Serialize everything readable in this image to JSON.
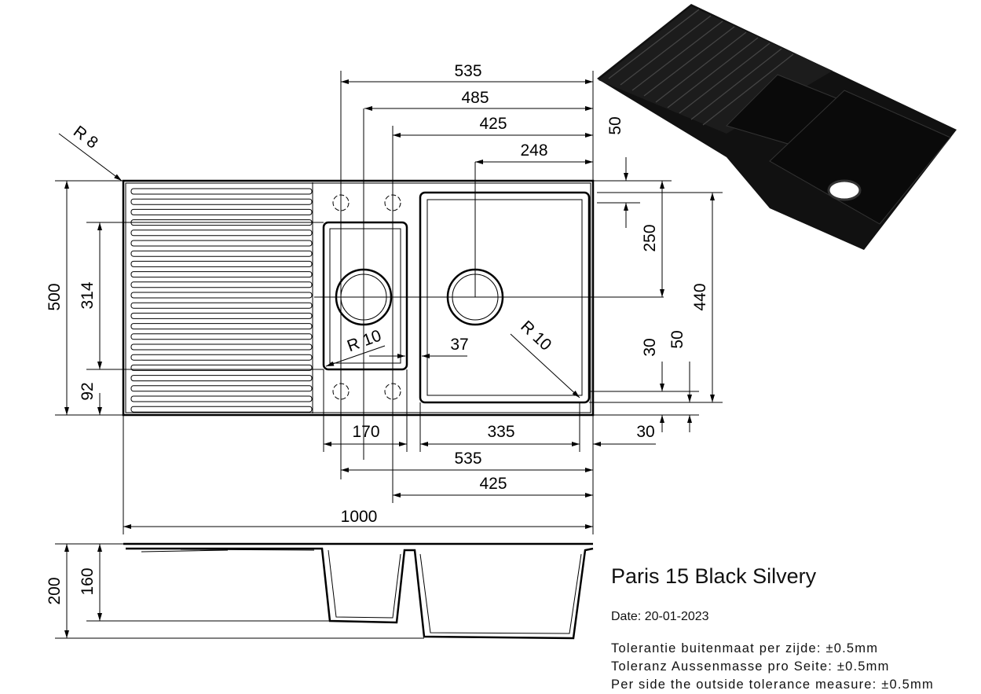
{
  "product": {
    "title": "Paris 15 Black Silvery",
    "date": "Date: 20-01-2023"
  },
  "tolerances": [
    "Tolerantie buitenmaat per zijde: ±0.5mm",
    "Toleranz Aussenmasse pro Seite: ±0.5mm",
    "Per side the outside tolerance measure: ±0.5mm"
  ],
  "dims": {
    "top_535": "535",
    "top_485": "485",
    "top_425": "425",
    "top_248": "248",
    "right_50": "50",
    "right_250": "250",
    "right_440": "440",
    "right_30": "30",
    "right_50b": "50",
    "right_30b": "30",
    "left_500": "500",
    "left_314": "314",
    "left_92": "92",
    "radius_8": "R 8",
    "radius_10a": "R 10",
    "radius_10b": "R 10",
    "gap_37": "37",
    "bot_170": "170",
    "bot_335": "335",
    "bot_535": "535",
    "bot_425": "425",
    "bot_1000": "1000",
    "side_200": "200",
    "side_160": "160"
  }
}
